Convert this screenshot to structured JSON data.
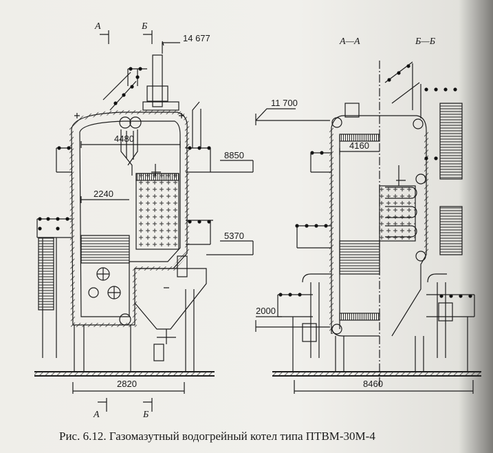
{
  "caption": "Рис. 6.12. Газомазутный водогрейный котел типа ПТВМ-30М-4",
  "section_labels": {
    "a_top": "А",
    "b_top": "Б",
    "a_bottom": "А",
    "b_bottom": "Б",
    "view_aa": "А—А",
    "view_bb": "Б—Б"
  },
  "dimensions": {
    "elev_top": "14 677",
    "elev_right_top": "8850",
    "elev_right_mid": "5370",
    "elev_side_top": "11 700",
    "elev_side_bottom": "2000",
    "width_4480": "4480",
    "width_2240": "2240",
    "width_4160": "4160",
    "width_2820": "2820",
    "width_8460": "8460"
  }
}
